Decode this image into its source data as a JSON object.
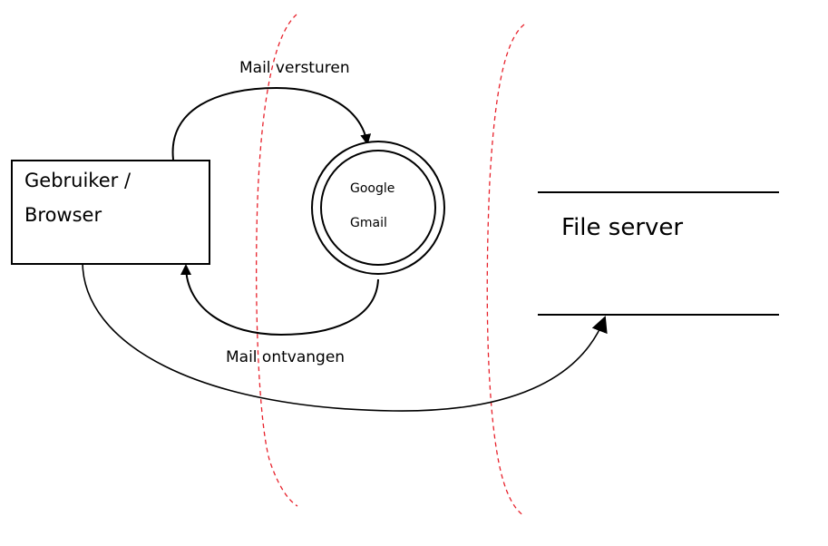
{
  "diagram": {
    "type": "data-flow-diagram",
    "external_entity": {
      "label_line1": "Gebruiker /",
      "label_line2": "Browser"
    },
    "process": {
      "label_line1": "Google",
      "label_line2": "Gmail"
    },
    "data_store": {
      "label": "File server"
    },
    "flows": [
      {
        "from": "Gebruiker / Browser",
        "to": "Google Gmail",
        "label": "Mail versturen"
      },
      {
        "from": "Google Gmail",
        "to": "Gebruiker / Browser",
        "label": "Mail ontvangen"
      },
      {
        "from": "Gebruiker / Browser",
        "to": "File server",
        "label": ""
      }
    ],
    "trust_boundaries": 2
  },
  "colors": {
    "stroke": "#000000",
    "trust_boundary": "#e8212b",
    "background": "#ffffff"
  }
}
